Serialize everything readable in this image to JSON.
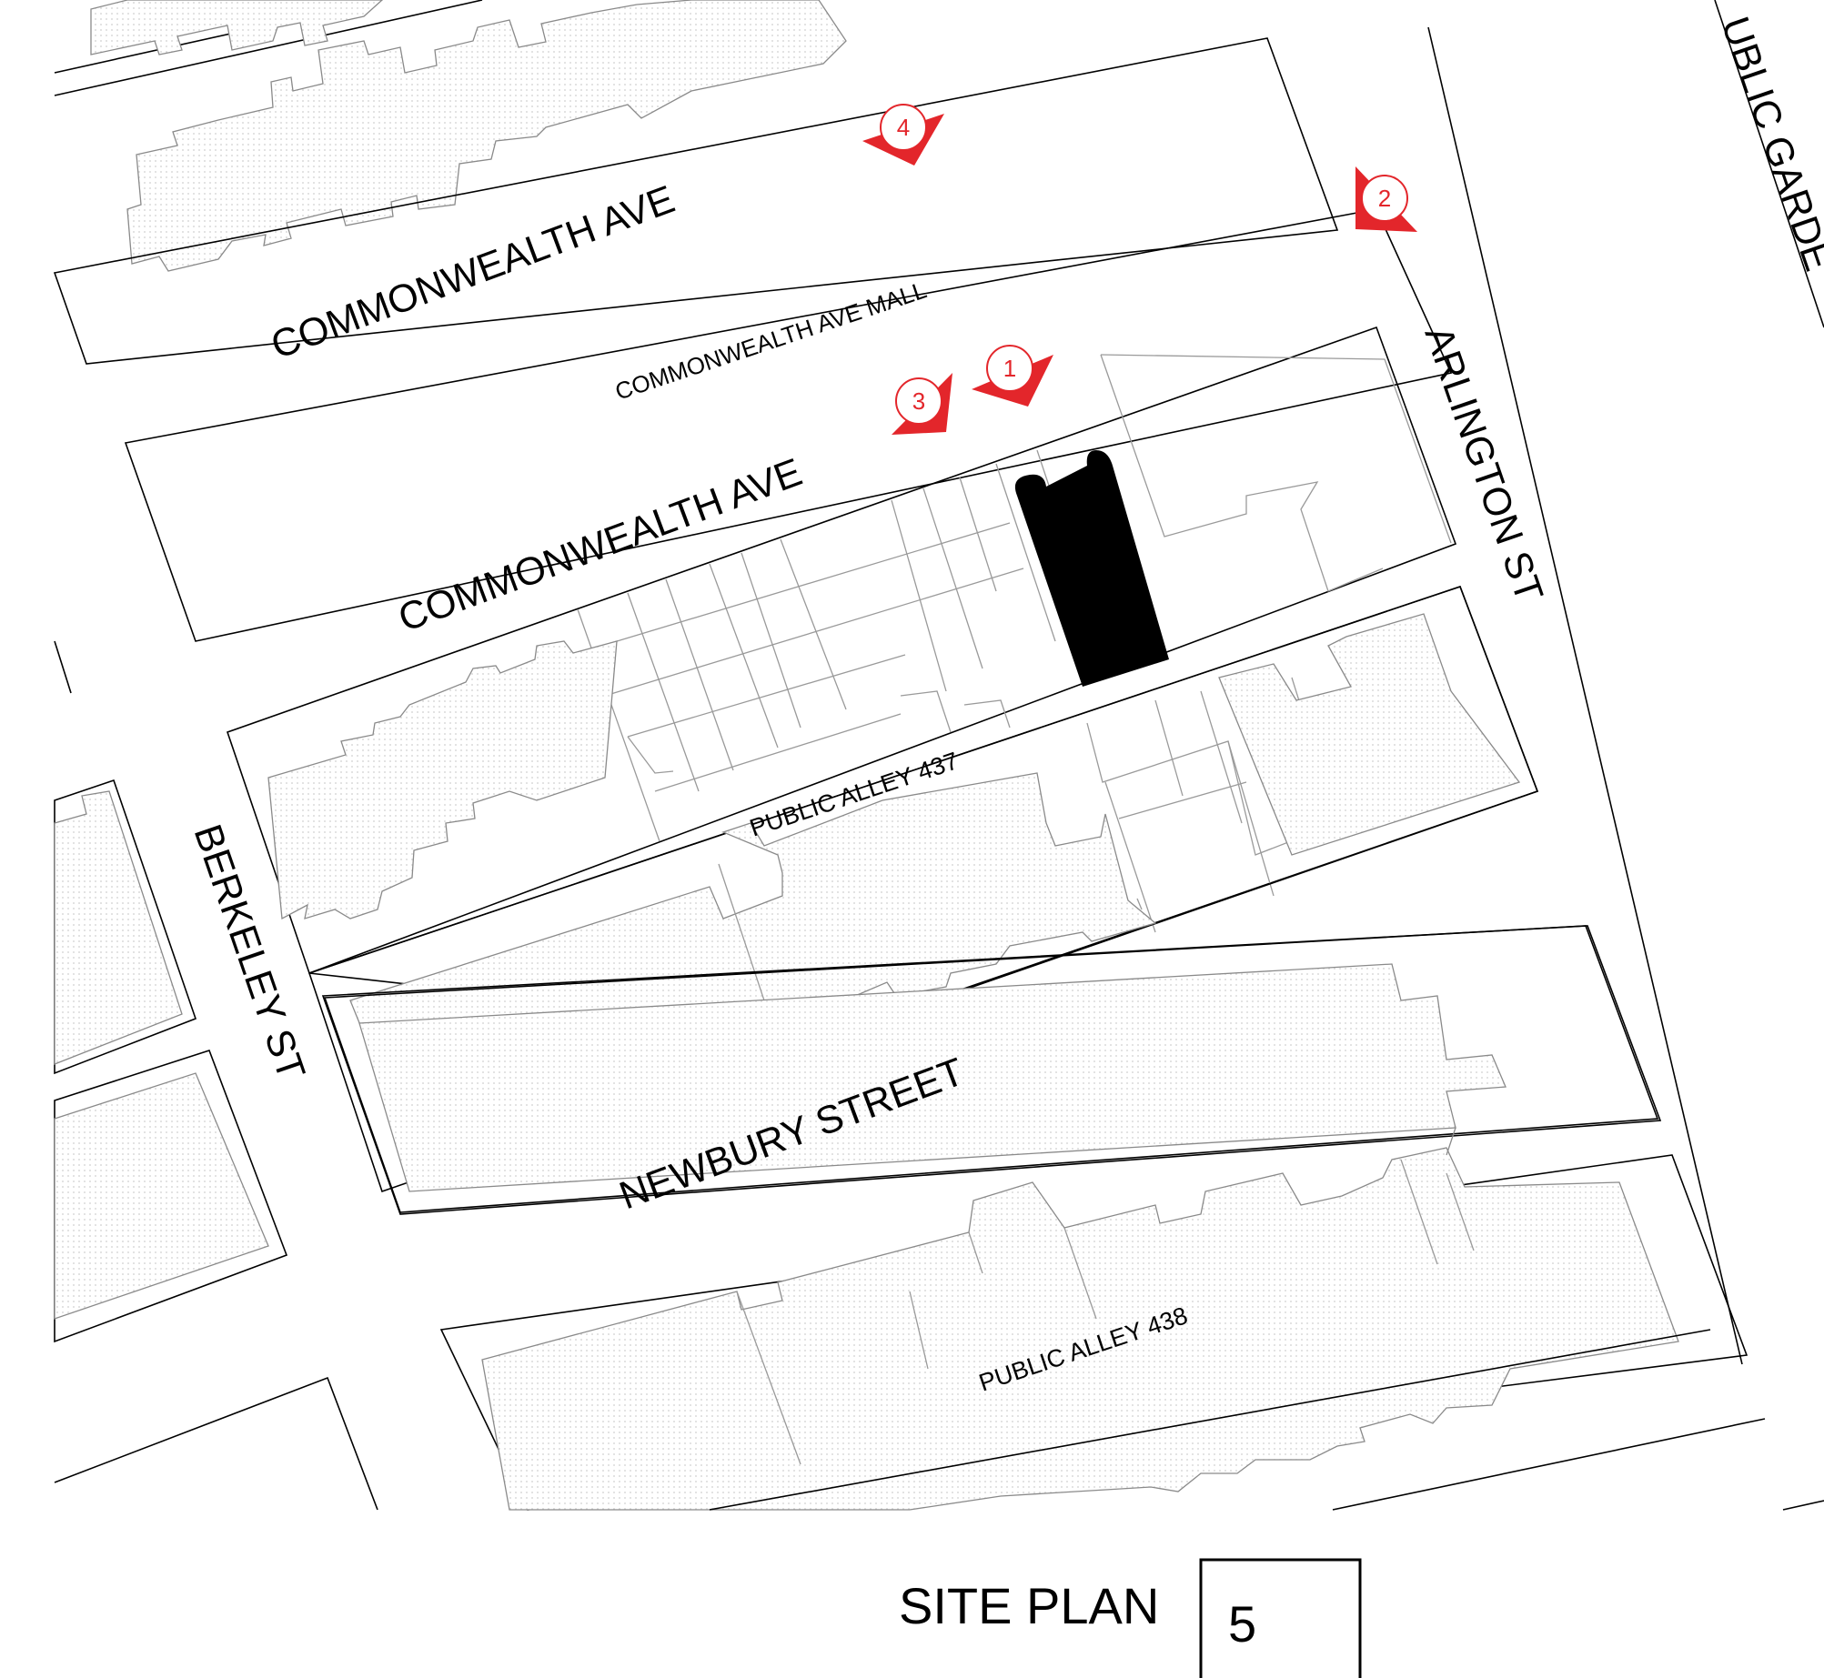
{
  "map": {
    "streets": {
      "commonwealth_north": "COMMONWEALTH AVE",
      "commonwealth_mall": "COMMONWEALTH AVE MALL",
      "commonwealth_south": "COMMONWEALTH AVE",
      "arlington": "ARLINGTON ST",
      "berkeley": "BERKELEY ST",
      "newbury": "NEWBURY STREET",
      "alley_437": "PUBLIC ALLEY 437",
      "alley_438": "PUBLIC ALLEY 438",
      "public_garden": "UBLIC GARDE"
    },
    "markers": [
      "1",
      "2",
      "3",
      "4"
    ],
    "colors": {
      "marker": "#e3262b",
      "subject_building": "#000000",
      "building_fill": "#eeeeee"
    }
  },
  "title_block": {
    "label": "SITE PLAN",
    "sheet_number": "5"
  }
}
